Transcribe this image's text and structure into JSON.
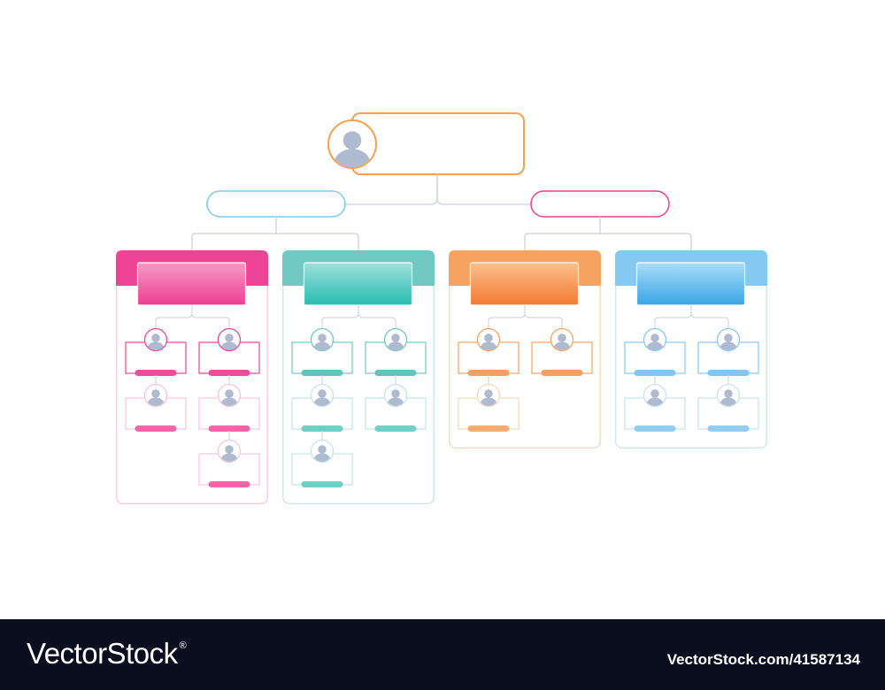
{
  "diagram": {
    "type": "org-chart",
    "root": {
      "color": "#f5a04f",
      "avatar": "person-icon"
    },
    "managers": [
      {
        "color": "#7fcbe9",
        "departments": [
          0,
          1
        ]
      },
      {
        "color": "#ee3f8e",
        "departments": [
          2,
          3
        ]
      }
    ],
    "departments": [
      {
        "header_color": "#ee4497",
        "gradient": [
          "#f59ac4",
          "#ee3d92"
        ],
        "frame_color": "#f6c4dc",
        "tag_color": "#ee4d99",
        "columns": [
          {
            "members": 2
          },
          {
            "members": 3
          }
        ]
      },
      {
        "header_color": "#71c7c1",
        "gradient": [
          "#9ee0dc",
          "#29bcb2"
        ],
        "frame_color": "#c2e7e3",
        "tag_color": "#5fc4bb",
        "columns": [
          {
            "members": 3
          },
          {
            "members": 2
          }
        ]
      },
      {
        "header_color": "#f7a35f",
        "gradient": [
          "#fbbf8a",
          "#f37a33"
        ],
        "frame_color": "#fad6b8",
        "tag_color": "#f6a05e",
        "columns": [
          {
            "members": 2
          },
          {
            "members": 1
          }
        ]
      },
      {
        "header_color": "#86c9f0",
        "gradient": [
          "#a9dcf7",
          "#38a6e5"
        ],
        "frame_color": "#c4e3f4",
        "tag_color": "#82c6ee",
        "columns": [
          {
            "members": 2
          },
          {
            "members": 2
          }
        ]
      }
    ],
    "connector_color": "#d5d7e0",
    "avatar_color": "#aebad0"
  },
  "footer": {
    "brand": "VectorStock",
    "registered_mark": "®",
    "image_id": "VectorStock.com/41587134"
  }
}
